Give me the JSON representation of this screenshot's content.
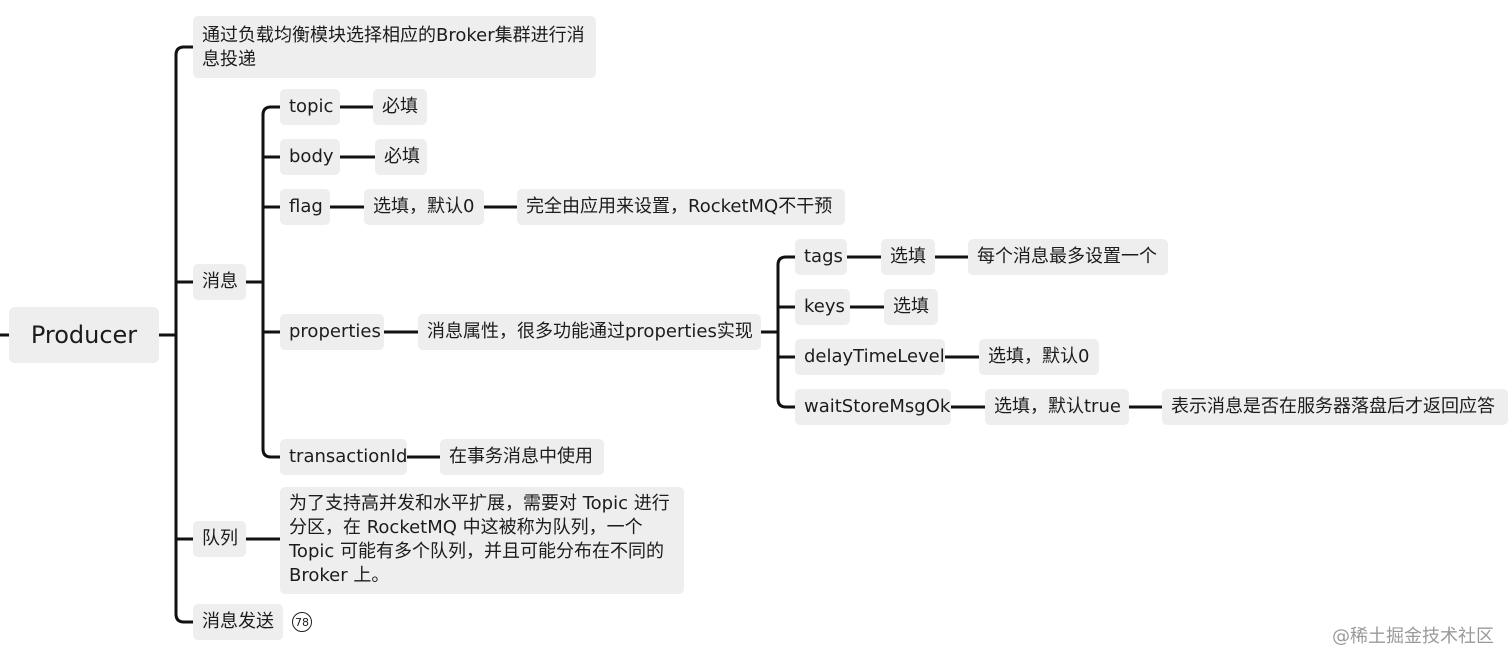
{
  "root": {
    "label": "Producer"
  },
  "intro": {
    "text": "通过负载均衡模块选择相应的Broker集群进行消息投递"
  },
  "message": {
    "label": "消息",
    "topic": {
      "label": "topic",
      "value": "必填"
    },
    "body": {
      "label": "body",
      "value": "必填"
    },
    "flag": {
      "label": "flag",
      "value": "选填，默认0",
      "note": "完全由应用来设置，RocketMQ不干预"
    },
    "properties": {
      "label": "properties",
      "desc": "消息属性，很多功能通过properties实现",
      "tags": {
        "label": "tags",
        "value": "选填",
        "note": "每个消息最多设置一个"
      },
      "keys": {
        "label": "keys",
        "value": "选填"
      },
      "delay": {
        "label": "delayTimeLevel",
        "value": "选填，默认0"
      },
      "wait": {
        "label": "waitStoreMsgOk",
        "value": "选填，默认true",
        "note": "表示消息是否在服务器落盘后才返回应答"
      }
    },
    "transaction": {
      "label": "transactionId",
      "value": "在事务消息中使用"
    }
  },
  "queue": {
    "label": "队列",
    "desc": "为了支持高并发和水平扩展，需要对 Topic 进行分区，在 RocketMQ 中这被称为队列，一个 Topic 可能有多个队列，并且可能分布在不同的 Broker 上。"
  },
  "send": {
    "label": "消息发送",
    "count": "78"
  },
  "watermark": "@稀土掘金技术社区"
}
